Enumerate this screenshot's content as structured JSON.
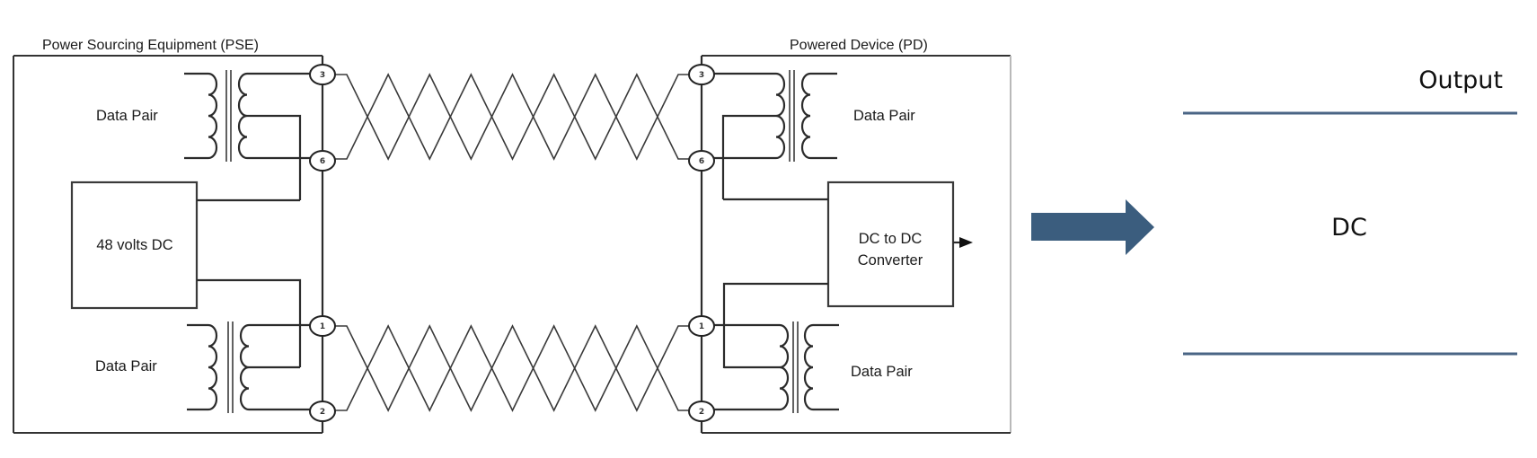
{
  "diagram": {
    "pse_title": "Power Sourcing Equipment (PSE)",
    "pd_title": "Powered Device (PD)",
    "pse_top_transformer_label": "Data Pair",
    "pse_bottom_transformer_label": "Data Pair",
    "pd_top_transformer_label": "Data Pair",
    "pd_bottom_transformer_label": "Data Pair",
    "power_source_label": "48 volts DC",
    "converter_label_line1": "DC to DC",
    "converter_label_line2": "Converter",
    "pins": {
      "pse_top_a": "3",
      "pse_top_b": "6",
      "pse_bottom_a": "1",
      "pse_bottom_b": "2",
      "pd_top_a": "3",
      "pd_top_b": "6",
      "pd_bottom_a": "1",
      "pd_bottom_b": "2"
    }
  },
  "result_panel": {
    "header": "Output",
    "value": "DC"
  },
  "colors": {
    "arrow": "#3b5d7e",
    "divider": "#4a6585"
  }
}
